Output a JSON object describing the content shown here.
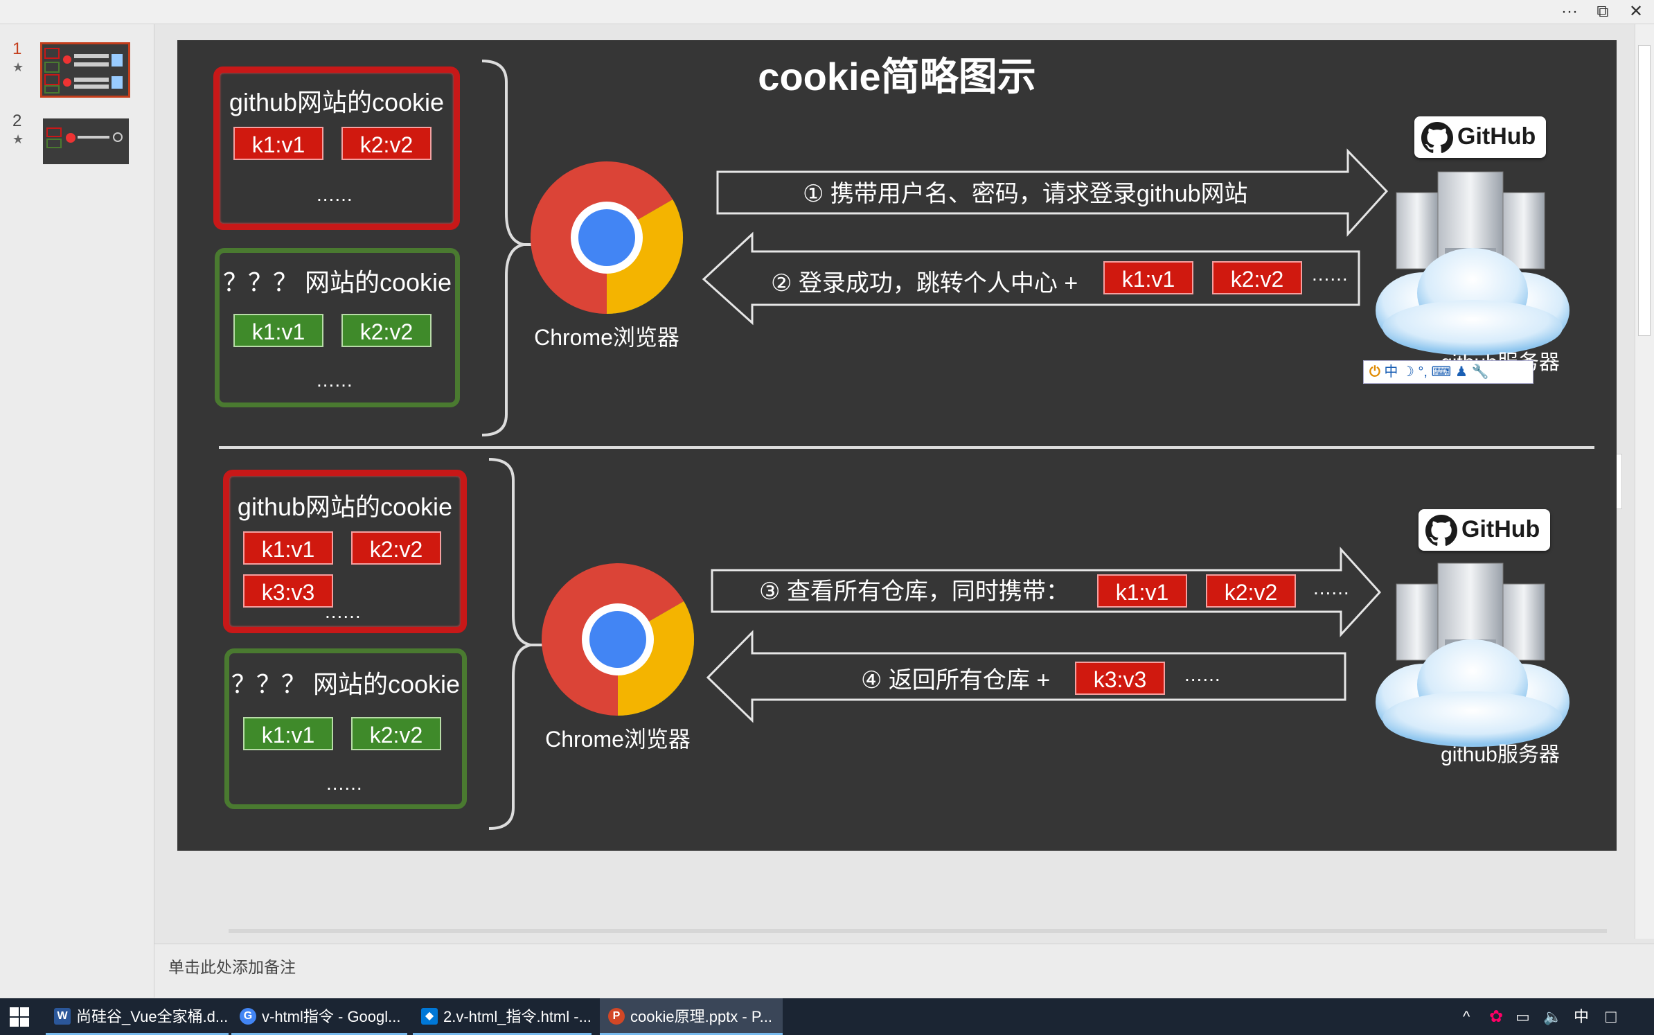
{
  "window": {
    "controls": [
      "···",
      "⧉",
      "✕"
    ]
  },
  "thumbnails": [
    {
      "num": "1",
      "star": "★",
      "active": true
    },
    {
      "num": "2",
      "star": "★",
      "active": false
    }
  ],
  "slide": {
    "title": "cookie简略图示",
    "top": {
      "github_box": {
        "title": "github网站的cookie",
        "tags": [
          "k1:v1",
          "k2:v2"
        ],
        "dots": "......"
      },
      "other_box": {
        "title": "？？？ 网站的cookie",
        "tags": [
          "k1:v1",
          "k2:v2"
        ],
        "dots": "......"
      },
      "browser_label": "Chrome浏览器",
      "arrow1": "① 携带用户名、密码，请求登录github网站",
      "arrow2": "② 登录成功，跳转个人中心 +",
      "arrow2_tags": [
        "k1:v1",
        "k2:v2"
      ],
      "arrow2_dots": "......",
      "github_badge": "GitHub",
      "server_label": "github服务器"
    },
    "bottom": {
      "github_box": {
        "title": "github网站的cookie",
        "tags": [
          "k1:v1",
          "k2:v2",
          "k3:v3"
        ],
        "dots": "......"
      },
      "other_box": {
        "title": "？？？ 网站的cookie",
        "tags": [
          "k1:v1",
          "k2:v2"
        ],
        "dots": "......"
      },
      "browser_label": "Chrome浏览器",
      "arrow3": "③ 查看所有仓库，同时携带：",
      "arrow3_tags": [
        "k1:v1",
        "k2:v2"
      ],
      "arrow3_dots": "......",
      "arrow4": "④ 返回所有仓库 +",
      "arrow4_tags": [
        "k3:v3"
      ],
      "arrow4_dots": "......",
      "github_badge": "GitHub",
      "server_label": "github服务器"
    }
  },
  "ime_toolbar": "中 ☽ °, ⌨ ♟ 🔧",
  "notes": {
    "placeholder": "单击此处添加备注"
  },
  "taskbar": {
    "items": [
      {
        "label": "尚硅谷_Vue全家桶.d...",
        "icon": "W",
        "color": "#2b579a"
      },
      {
        "label": "v-html指令 - Googl...",
        "icon": "G",
        "color": "#4285f4"
      },
      {
        "label": "2.v-html_指令.html -...",
        "icon": "◆",
        "color": "#0078d7"
      },
      {
        "label": "cookie原理.pptx - P...",
        "icon": "P",
        "color": "#d24726"
      }
    ],
    "tray": [
      "^",
      "中"
    ]
  }
}
